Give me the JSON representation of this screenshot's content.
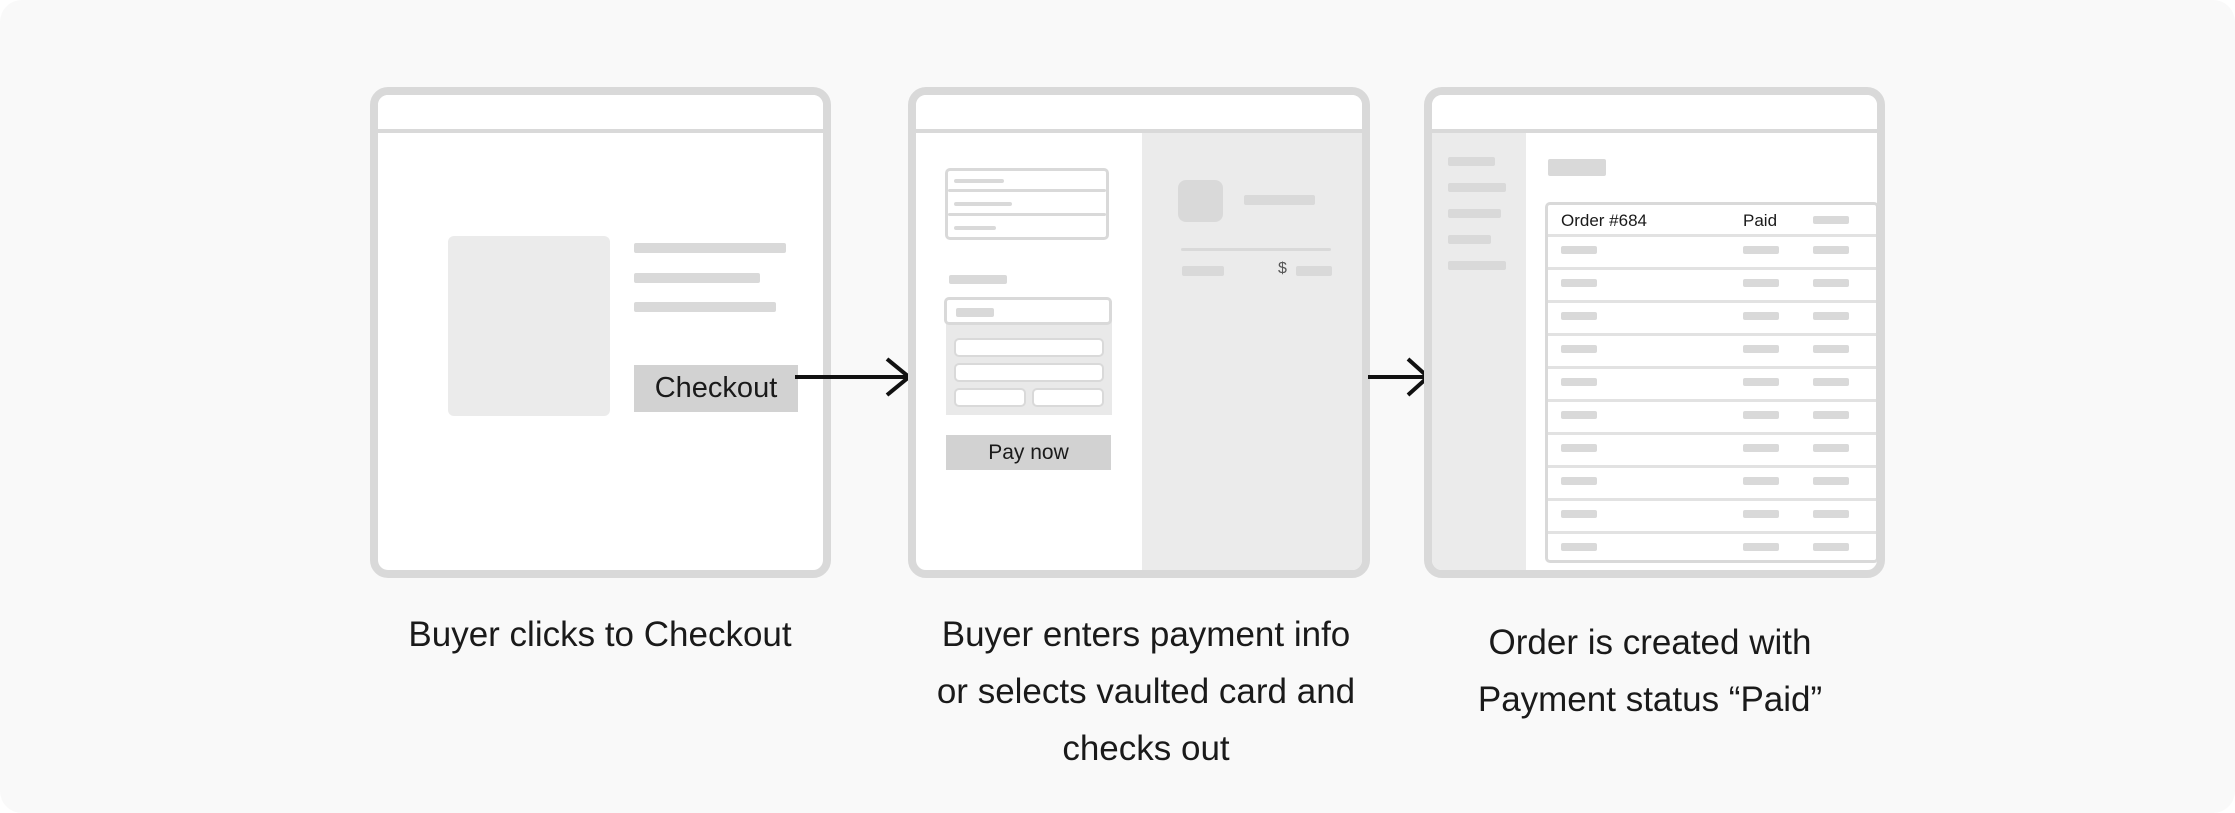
{
  "step1": {
    "checkout_label": "Checkout",
    "caption": "Buyer clicks to Checkout"
  },
  "step2": {
    "pay_label": "Pay now",
    "currency": "$",
    "caption_lines": [
      "Buyer enters payment info",
      "or selects vaulted card and",
      "checks out"
    ]
  },
  "step3": {
    "order_label": "Order #684",
    "status_label": "Paid",
    "caption_lines": [
      "Order is created with",
      "Payment status “Paid”"
    ]
  },
  "colors": {
    "frame": "#d9d9d9",
    "background": "#f9f9f9",
    "placeholder": "#ebebeb",
    "button": "#d2d2d2",
    "arrow": "#111111"
  }
}
